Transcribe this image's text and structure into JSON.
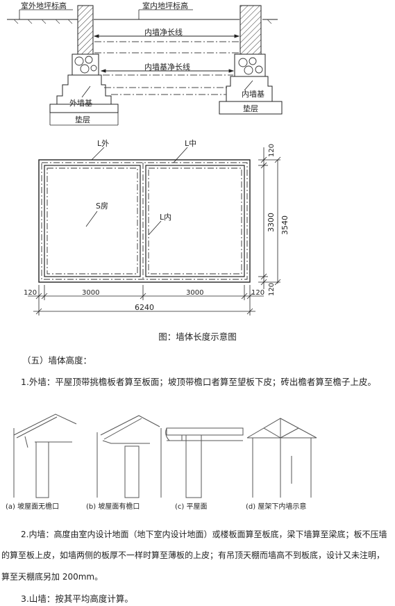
{
  "section_diagram": {
    "label_outdoor_floor": "室外地坪标高",
    "label_indoor_floor": "室内地坪标高",
    "label_inner_wall_net": "内墙净长线",
    "label_inner_foundation_net": "内墙基净长线",
    "label_outer_foundation": "外墙基",
    "label_inner_foundation": "内墙基",
    "label_cushion_left": "垫层",
    "label_cushion_right": "垫层"
  },
  "plan_diagram": {
    "label_l_outer": "L外",
    "label_l_center": "L中",
    "label_l_inner": "L内",
    "label_s_room": "S房",
    "dim_top_120": "120",
    "dim_3300": "3300",
    "dim_3540": "3540",
    "dim_bottom_120_right": "120",
    "dim_left_120": "120",
    "dim_3000_left": "3000",
    "dim_3000_right": "3000",
    "dim_right_120": "120",
    "dim_6240": "6240"
  },
  "caption": "图：墙体长度示意图",
  "section_heading": "（五）墙体高度：",
  "item1": "1.外墙：平屋顶带挑檐板者算至板面；坡顶带檐口者算至望板下皮；砖出檐者算至檐子上皮。",
  "roof_captions": {
    "a": "(a) 坡屋面无檐口",
    "b": "(b) 坡屋面有檐口",
    "c": "(c) 平屋面",
    "d": "(d) 屋架下内墙示意"
  },
  "item2_line1": "2.内墙：高度由室内设计地面（地下室内设计地面）或楼板面算至板底，梁下墙算至梁底；板不压墙",
  "item2_line2": "的算至板上皮，如墙两侧的板厚不一样时算至薄板的上皮；有吊顶天棚而墙高不到板底，设计又未注明，",
  "item2_line3": "算至天棚底另加 200mm。",
  "item3": "3.山墙：按其平均高度计算。"
}
